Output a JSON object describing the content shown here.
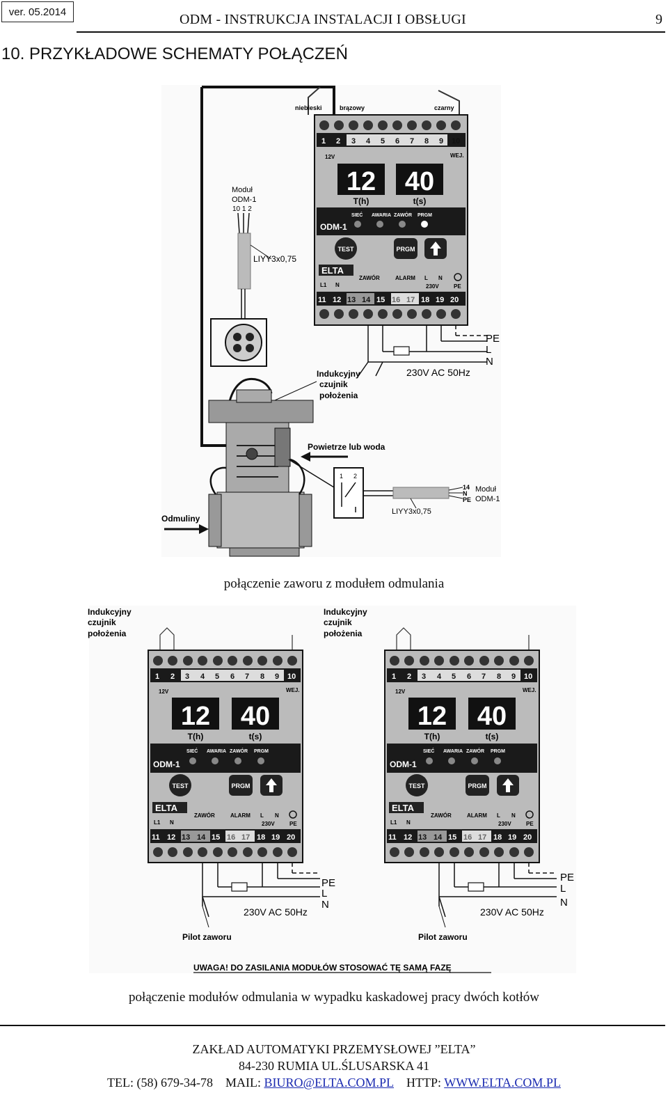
{
  "header": {
    "version": "ver. 05.2014",
    "title": "ODM - INSTRUKCJA INSTALACJI I OBSŁUGI",
    "page_number": "9"
  },
  "section": {
    "title": "10. PRZYKŁADOWE SCHEMATY POŁĄCZEŃ"
  },
  "module": {
    "top_terminals": [
      "1",
      "2",
      "3",
      "4",
      "5",
      "6",
      "7",
      "8",
      "9",
      "10"
    ],
    "bottom_terminals": [
      "11",
      "12",
      "13",
      "14",
      "15",
      "16",
      "17",
      "18",
      "19",
      "20"
    ],
    "voltage_12v": "12V",
    "wej": "WEJ.",
    "display_left": "12",
    "display_right": "40",
    "display_left_label": "T(h)",
    "display_right_label": "t(s)",
    "leds": [
      "SIEĆ",
      "AWARIA",
      "ZAWÓR",
      "PRGM"
    ],
    "model": "ODM-1",
    "btn_test": "TEST",
    "btn_prgm": "PRGM",
    "brand": "ELTA",
    "bottom_labels": {
      "l1": "L1",
      "n": "N",
      "zawor": "ZAWÓR",
      "alarm": "ALARM",
      "l": "L",
      "n2": "N",
      "v230": "230V",
      "pe": "PE"
    }
  },
  "diagram1": {
    "wire_niebieski": "niebieski",
    "wire_brazowy": "brązowy",
    "wire_czarny": "czarny",
    "modul_label": "Moduł",
    "modul_name": "ODM-1",
    "modul_pins": "10 1 2",
    "cable_1": "LIYY3x0,75",
    "sensor_line1": "Indukcyjny",
    "sensor_line2": "czujnik",
    "sensor_line3": "położenia",
    "pe": "PE",
    "l": "L",
    "n": "N",
    "supply": "230V AC 50Hz",
    "medium": "Powietrze lub woda",
    "odmuliny": "Odmuliny",
    "pin1": "1",
    "pin2": "2",
    "cable_2": "LIYY3x0,75",
    "pins_14": "14",
    "pins_n": "N",
    "pins_pe": "PE",
    "modul2_label": "Moduł",
    "modul2_name": "ODM-1",
    "caption": "połączenie zaworu z modułem odmulania"
  },
  "diagram2": {
    "sensor_line1": "Indukcyjny",
    "sensor_line2": "czujnik",
    "sensor_line3": "położenia",
    "pe": "PE",
    "l": "L",
    "n": "N",
    "supply": "230V AC 50Hz",
    "pilot": "Pilot zaworu",
    "warning": "UWAGA! DO ZASILANIA MODUŁÓW STOSOWAĆ TĘ SAMĄ FAZĘ",
    "caption": "połączenie modułów odmulania w wypadku kaskadowej pracy dwóch kotłów"
  },
  "footer": {
    "company": "ZAKŁAD AUTOMATYKI PRZEMYSŁOWEJ ”ELTA”",
    "address": "84-230 RUMIA UL.ŚLUSARSKA 41",
    "tel": "TEL: (58) 679-34-78",
    "mail_label": "MAIL:",
    "mail": "BIURO@ELTA.COM.PL",
    "http_label": "HTTP:",
    "www": "WWW.ELTA.COM.PL"
  }
}
